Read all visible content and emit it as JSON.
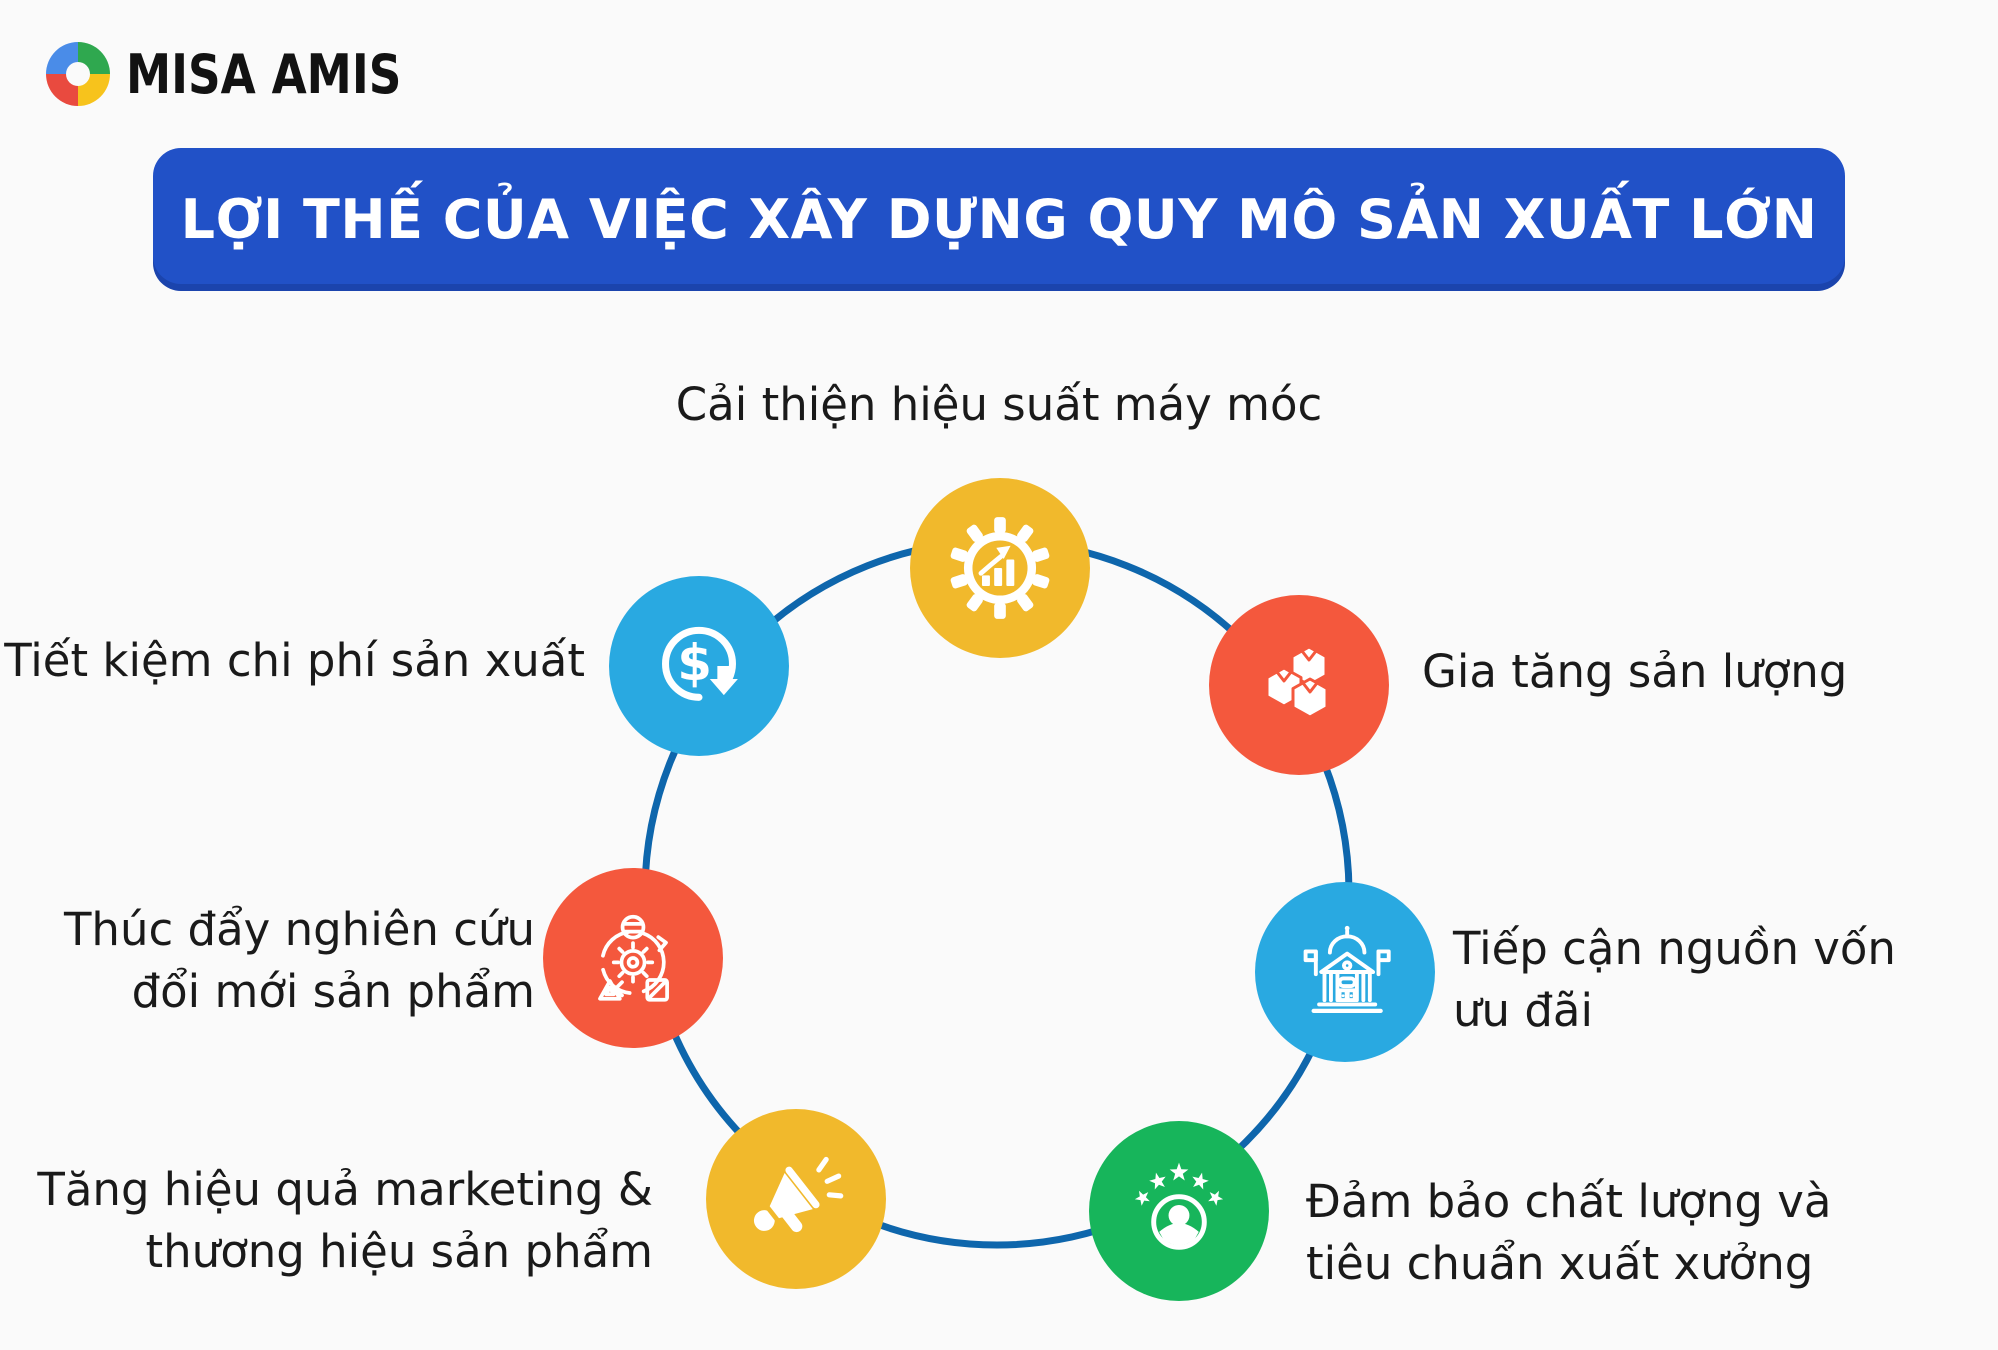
{
  "brand": {
    "name": "MISA AMIS"
  },
  "title": "LỢI THẾ CỦA VIỆC XÂY DỰNG QUY MÔ SẢN XUẤT LỚN",
  "colors": {
    "background": "#FAFAFA",
    "banner_blue": "#2151C7",
    "ring_blue": "#0E66AC",
    "yellow": "#F1B92C",
    "red": "#F4583D",
    "cyan": "#29A9E1",
    "green": "#17B55B",
    "text": "#1A1A1A"
  },
  "diagram": {
    "nodes": [
      {
        "id": "machine-performance",
        "icon": "gear-growth-chart-icon",
        "color": "#F1B92C",
        "label": "Cải thiện hiệu suất máy móc",
        "lines": [
          "Cải thiện hiệu suất máy móc"
        ]
      },
      {
        "id": "cost-saving",
        "icon": "dollar-cost-reduction-icon",
        "color": "#29A9E1",
        "label": "Tiết kiệm chi phí sản xuất",
        "lines": [
          "Tiết kiệm chi phí sản xuất"
        ]
      },
      {
        "id": "output-increase",
        "icon": "product-boxes-icon",
        "color": "#F4583D",
        "label": "Gia tăng sản lượng",
        "lines": [
          "Gia tăng sản lượng"
        ]
      },
      {
        "id": "rnd-innovation",
        "icon": "innovation-cycle-icon",
        "color": "#F4583D",
        "label": "Thúc đẩy nghiên cứu đổi mới sản phẩm",
        "lines": [
          "Thúc đẩy nghiên cứu",
          "đổi mới sản phẩm"
        ]
      },
      {
        "id": "capital-access",
        "icon": "bank-building-icon",
        "color": "#29A9E1",
        "label": "Tiếp cận nguồn vốn ưu đãi",
        "lines": [
          "Tiếp cận nguồn vốn",
          "ưu đãi"
        ]
      },
      {
        "id": "marketing-brand",
        "icon": "megaphone-icon",
        "color": "#F1B92C",
        "label": "Tăng hiệu quả marketing & thương hiệu sản phẩm",
        "lines": [
          "Tăng hiệu quả marketing &",
          "thương hiệu sản phẩm"
        ]
      },
      {
        "id": "quality-assurance",
        "icon": "person-rating-stars-icon",
        "color": "#17B55B",
        "label": "Đảm bảo chất lượng và tiêu chuẩn xuất xưởng",
        "lines": [
          "Đảm bảo chất lượng và",
          "tiêu chuẩn xuất xưởng"
        ]
      }
    ]
  }
}
